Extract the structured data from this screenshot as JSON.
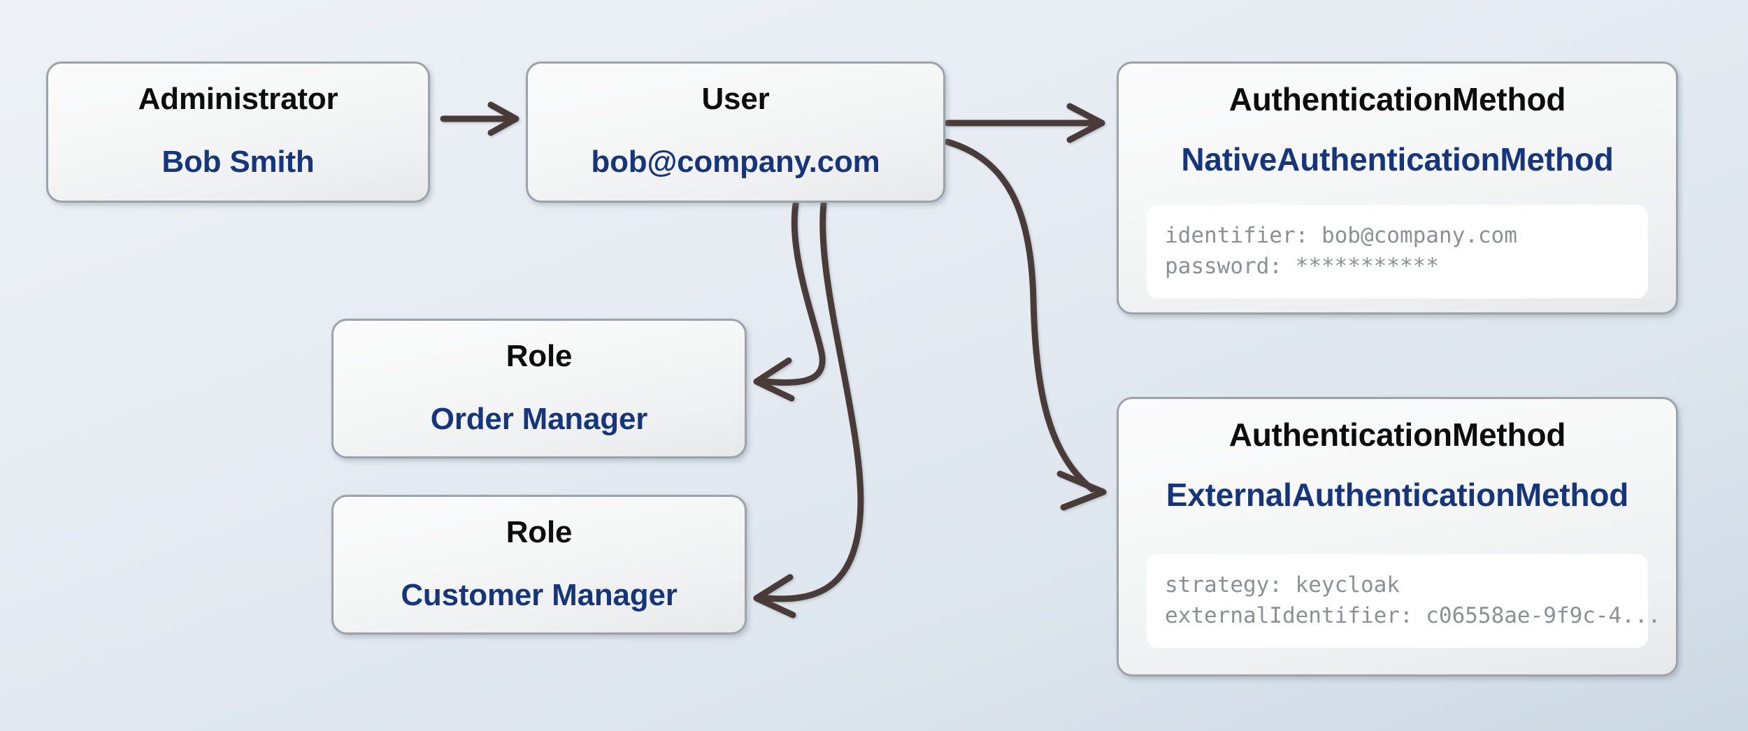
{
  "diagram": {
    "type": "entity-relationship",
    "background_color": "#e4ebf2",
    "connector_color": "#4a3b39",
    "node_border_color": "#9aa3a9",
    "title_color": "#0d0d0d",
    "subtitle_color": "#15367f",
    "property_text_color": "#8c9094"
  },
  "nodes": {
    "administrator": {
      "title": "Administrator",
      "subtitle": "Bob Smith"
    },
    "user": {
      "title": "User",
      "subtitle": "bob@company.com"
    },
    "role_order_manager": {
      "title": "Role",
      "subtitle": "Order Manager"
    },
    "role_customer_manager": {
      "title": "Role",
      "subtitle": "Customer Manager"
    },
    "auth_native": {
      "title": "AuthenticationMethod",
      "subtitle": "NativeAuthenticationMethod",
      "properties": [
        "identifier: bob@company.com",
        "password: ***********"
      ]
    },
    "auth_external": {
      "title": "AuthenticationMethod",
      "subtitle": "ExternalAuthenticationMethod",
      "properties": [
        "strategy: keycloak",
        "externalIdentifier: c06558ae-9f9c-4..."
      ]
    }
  },
  "connectors": [
    {
      "name": "administrator-to-user",
      "from": "administrator",
      "to": "user",
      "style": "straight-arrow"
    },
    {
      "name": "user-to-native-auth",
      "from": "user",
      "to": "auth_native",
      "style": "straight-arrow"
    },
    {
      "name": "user-to-external-auth",
      "from": "user",
      "to": "auth_external",
      "style": "curved-arrow"
    },
    {
      "name": "user-to-order-manager",
      "from": "user",
      "to": "role_order_manager",
      "style": "curved-arrow"
    },
    {
      "name": "user-to-customer-manager",
      "from": "user",
      "to": "role_customer_manager",
      "style": "curved-arrow"
    }
  ]
}
